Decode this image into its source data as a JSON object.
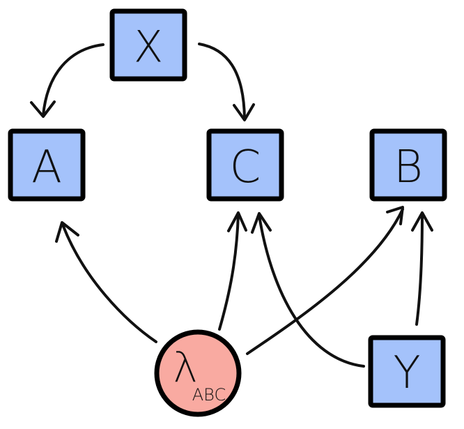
{
  "colors": {
    "node_fill": "#a4c2fb",
    "latent_fill": "#f9aaa1",
    "stroke": "#000000"
  },
  "nodes": {
    "x": {
      "label": "X"
    },
    "a": {
      "label": "A"
    },
    "c": {
      "label": "C"
    },
    "b": {
      "label": "B"
    },
    "y": {
      "label": "Y"
    },
    "lambda": {
      "symbol": "λ",
      "subscript": "ABC"
    }
  }
}
